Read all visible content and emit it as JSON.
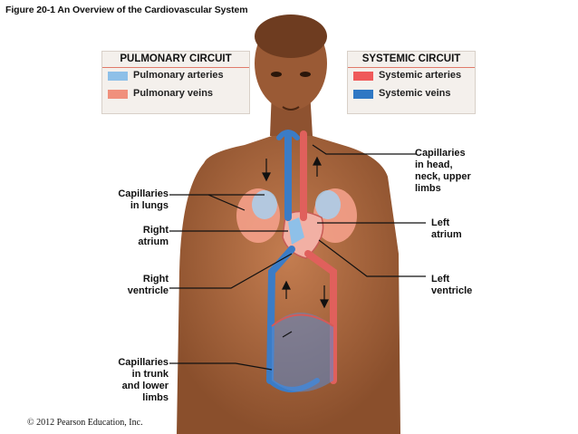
{
  "figure_title": "Figure 20-1  An Overview of the Cardiovascular System",
  "copyright": "© 2012 Pearson Education, Inc.",
  "legend_pulmonary": {
    "title": "PULMONARY CIRCUIT",
    "items": [
      {
        "label": "Pulmonary arteries",
        "color": "#8ec0e8"
      },
      {
        "label": "Pulmonary veins",
        "color": "#f0907c"
      }
    ]
  },
  "legend_systemic": {
    "title": "SYSTEMIC CIRCUIT",
    "items": [
      {
        "label": "Systemic arteries",
        "color": "#ef5a5a"
      },
      {
        "label": "Systemic veins",
        "color": "#2f78c4"
      }
    ]
  },
  "labels": {
    "cap_lungs": "Capillaries\nin lungs",
    "right_atrium": "Right\natrium",
    "right_ventricle": "Right\nventricle",
    "cap_trunk": "Capillaries\nin trunk\nand lower\nlimbs",
    "cap_head": "Capillaries\nin head,\nneck, upper\nlimbs",
    "left_atrium": "Left\natrium",
    "left_ventricle": "Left\nventricle"
  },
  "colors": {
    "skin": "#b06f46",
    "skin_dark": "#7a4526",
    "systemic_artery": "#e0605c",
    "systemic_vein": "#3b7cc6",
    "pulmonary_artery": "#8ec0e8",
    "pulmonary_vein": "#f0907c"
  }
}
